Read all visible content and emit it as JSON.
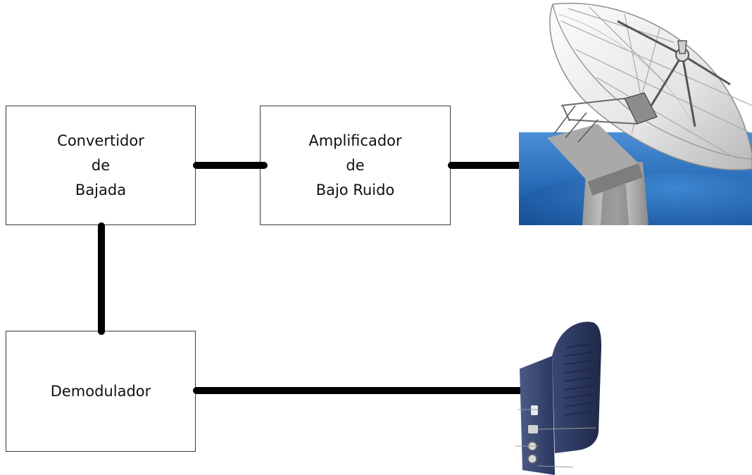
{
  "diagram": {
    "blocks": {
      "downconverter": "Convertidor\nde\nBajada",
      "lna": "Amplificador\nde\nBajo Ruido",
      "demodulator": "Demodulador"
    },
    "illustrations": {
      "dish": "satellite-dish-icon",
      "modem": "satellite-modem-icon"
    },
    "colors": {
      "wire": "#000000",
      "block_border": "#3a3a3a",
      "sky_blue": "#1f6fc4",
      "modem_navy": "#2e3a5c"
    }
  }
}
